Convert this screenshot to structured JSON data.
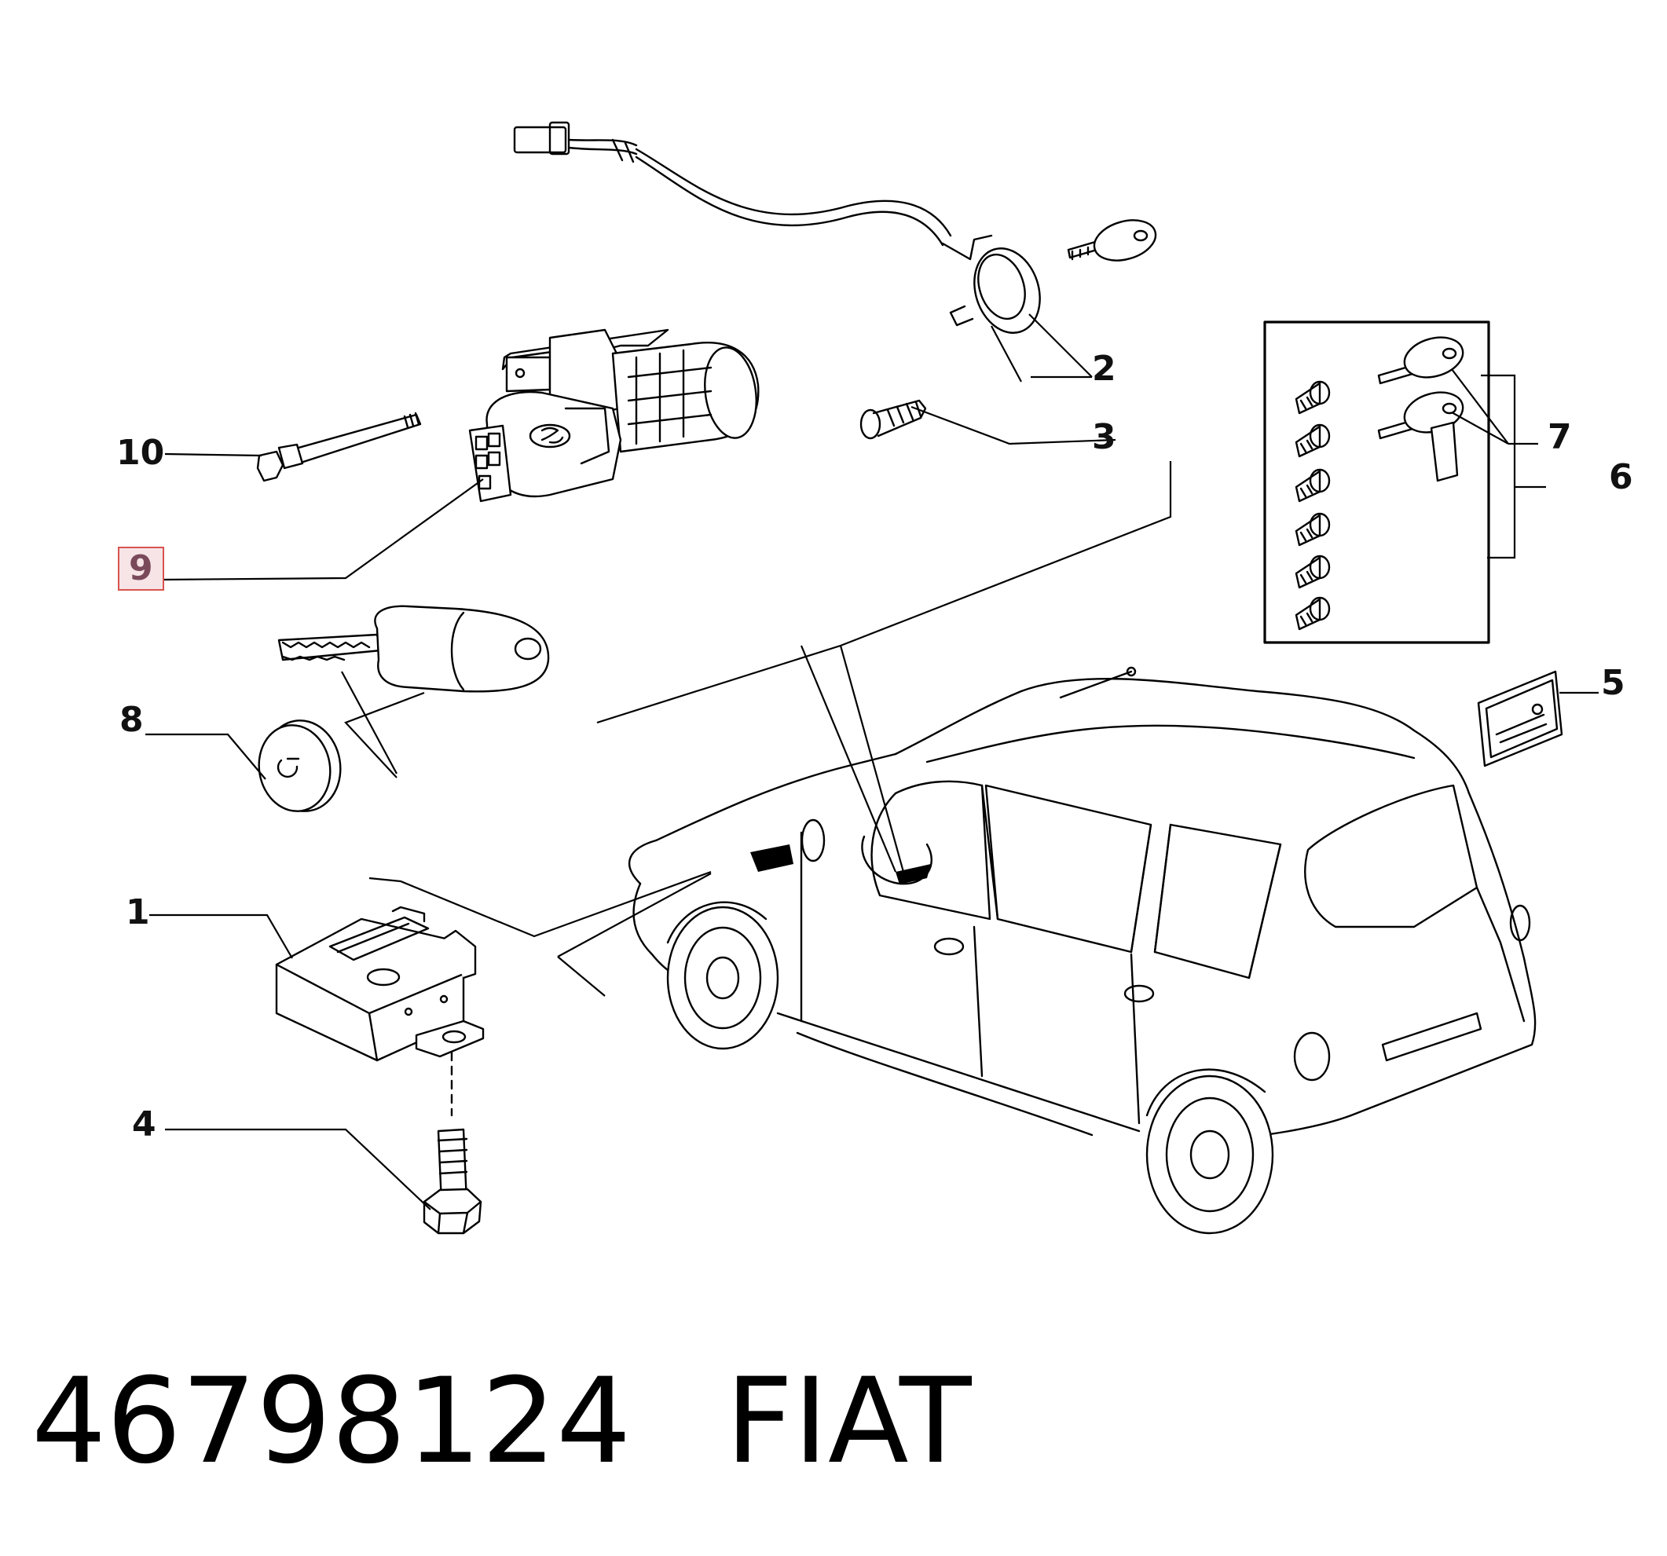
{
  "callouts": {
    "c1": "1",
    "c2": "2",
    "c3": "3",
    "c4": "4",
    "c5": "5",
    "c6": "6",
    "c7": "7",
    "c8": "8",
    "c9": "9",
    "c10": "10"
  },
  "highlighted_callout": "9",
  "caption": {
    "part_number": "46798124",
    "brand": "FIAT"
  },
  "colors": {
    "line": "#000000",
    "highlight_border": "#d9534f",
    "highlight_fill": "#f6e4e7",
    "highlight_text": "#7a4a5a"
  }
}
